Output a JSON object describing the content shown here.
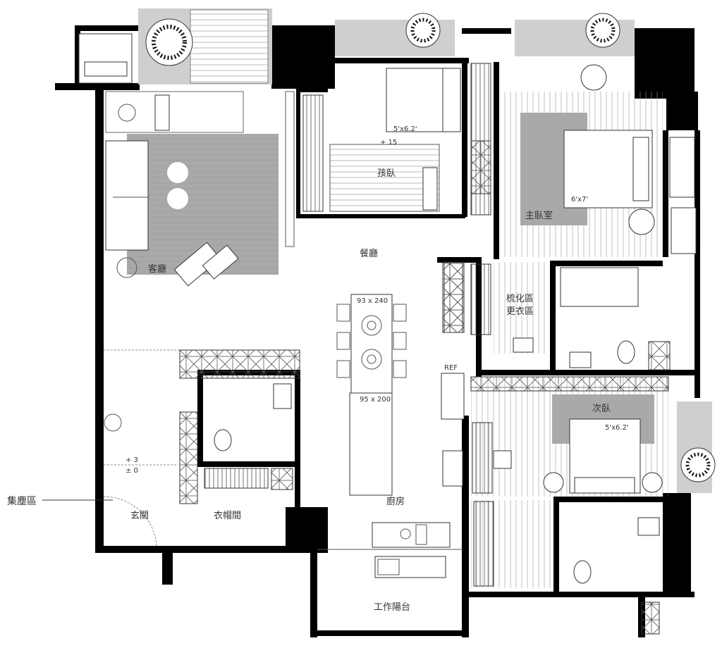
{
  "rooms": {
    "living": "客廳",
    "kids_bedroom": "孩臥",
    "master_bedroom": "主臥室",
    "dining": "餐廳",
    "dressing": "梳化區",
    "closet": "更衣區",
    "second_bedroom": "次臥",
    "entrance": "玄關",
    "cloakroom": "衣帽間",
    "kitchen": "廚房",
    "service_balcony": "工作陽台",
    "dust_area": "集塵區"
  },
  "dimensions": {
    "kids_bed": "5'x6.2'",
    "master_bed": "6'x7'",
    "second_bed": "5'x6.2'",
    "dining_table": "93 x 240",
    "kitchen_island": "95 x 200",
    "level_kids": "+ 15",
    "level_entry_top": "+ 3",
    "level_entry_bottom": "± 0",
    "fridge": "REF"
  },
  "colors": {
    "wall": "#000000",
    "rug": "#a9a9a9",
    "planter": "#cfcfcf"
  }
}
